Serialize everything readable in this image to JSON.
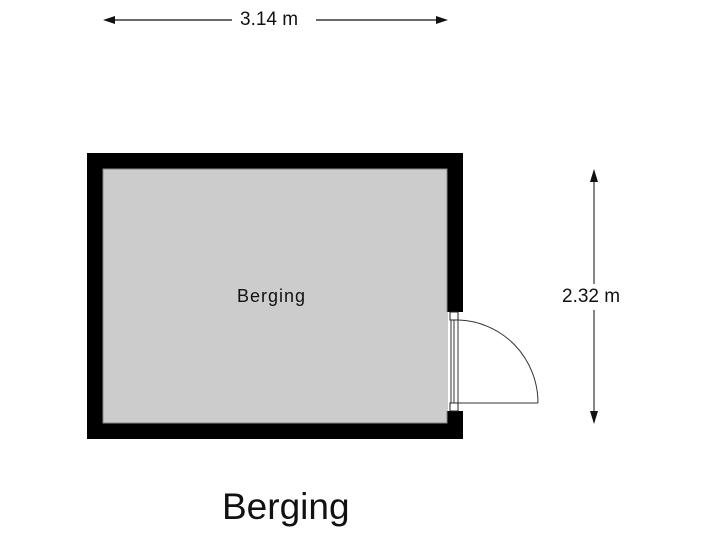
{
  "floorplan": {
    "title": "Berging",
    "room_label": "Berging",
    "dimensions": {
      "width": "3.14 m",
      "height": "2.32 m"
    },
    "colors": {
      "wall": "#000000",
      "floor": "#cccccc",
      "line": "#111111"
    }
  }
}
